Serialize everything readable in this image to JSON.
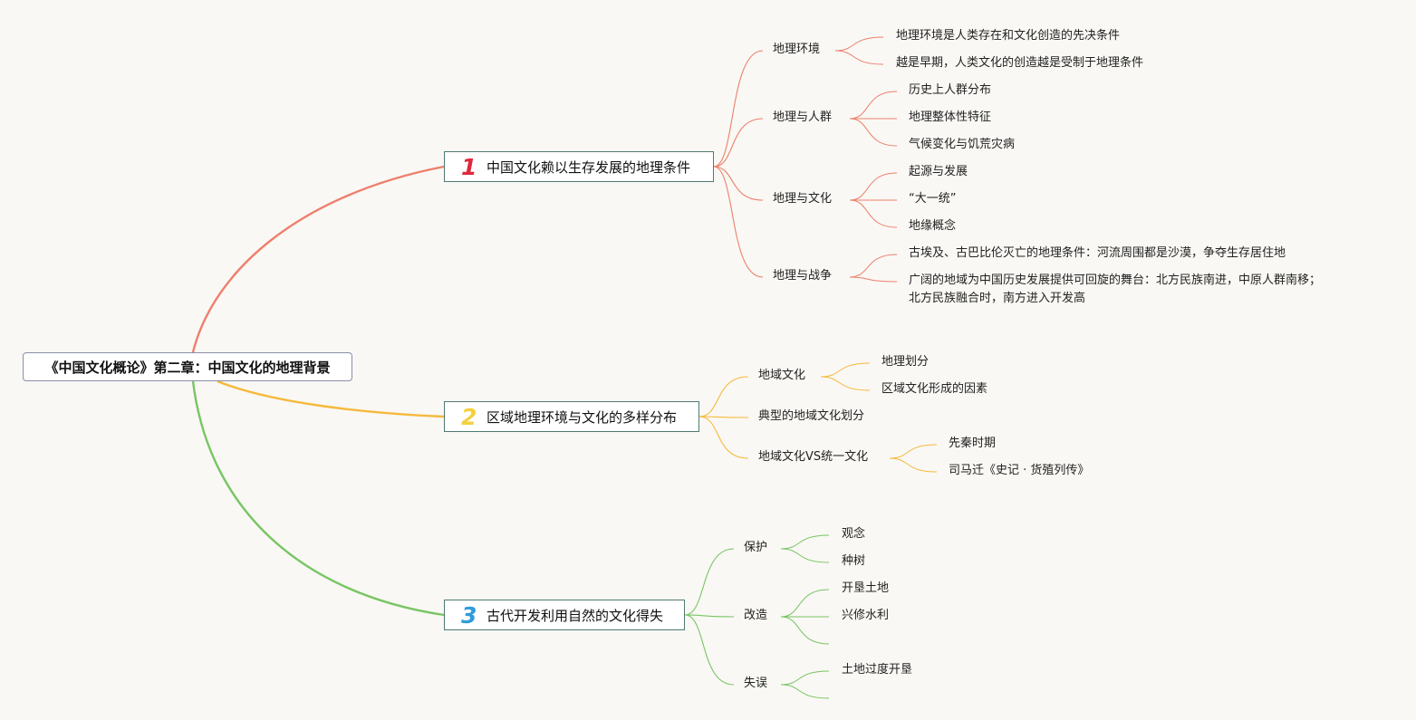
{
  "root": {
    "title": "《中国文化概论》第二章：中国文化的地理背景"
  },
  "colors": {
    "branch1": "#ee7f6d",
    "branch2": "#f6b93b",
    "branch3": "#78c564",
    "num1": "#e0283c",
    "num2": "#f4d03f",
    "num3": "#2d9cdb"
  },
  "branches": [
    {
      "num": "1",
      "label": "中国文化赖以生存发展的地理条件",
      "subs": [
        {
          "label": "地理环境",
          "items": [
            "地理环境是人类存在和文化创造的先决条件",
            "越是早期，人类文化的创造越是受制于地理条件"
          ]
        },
        {
          "label": "地理与人群",
          "items": [
            "历史上人群分布",
            "地理整体性特征",
            "气候变化与饥荒灾病"
          ]
        },
        {
          "label": "地理与文化",
          "items": [
            "起源与发展",
            "“大一统”",
            "地缘概念"
          ]
        },
        {
          "label": "地理与战争",
          "items": [
            "古埃及、古巴比伦灭亡的地理条件：河流周围都是沙漠，争夺生存居住地",
            "广阔的地域为中国历史发展提供可回旋的舞台：北方民族南进，中原人群南移；",
            "北方民族融合时，南方进入开发高"
          ]
        }
      ]
    },
    {
      "num": "2",
      "label": "区域地理环境与文化的多样分布",
      "subs": [
        {
          "label": "地域文化",
          "items": [
            "地理划分",
            "区域文化形成的因素"
          ]
        },
        {
          "label": "典型的地域文化划分",
          "items": []
        },
        {
          "label": "地域文化VS统一文化",
          "items": [
            "先秦时期",
            "司马迁《史记 · 货殖列传》"
          ]
        }
      ]
    },
    {
      "num": "3",
      "label": "古代开发利用自然的文化得失",
      "subs": [
        {
          "label": "保护",
          "items": [
            "观念",
            "种树"
          ]
        },
        {
          "label": "改造",
          "items": [
            "开垦土地",
            "兴修水利",
            ""
          ]
        },
        {
          "label": "失误",
          "items": [
            "土地过度开垦",
            ""
          ]
        }
      ]
    }
  ]
}
